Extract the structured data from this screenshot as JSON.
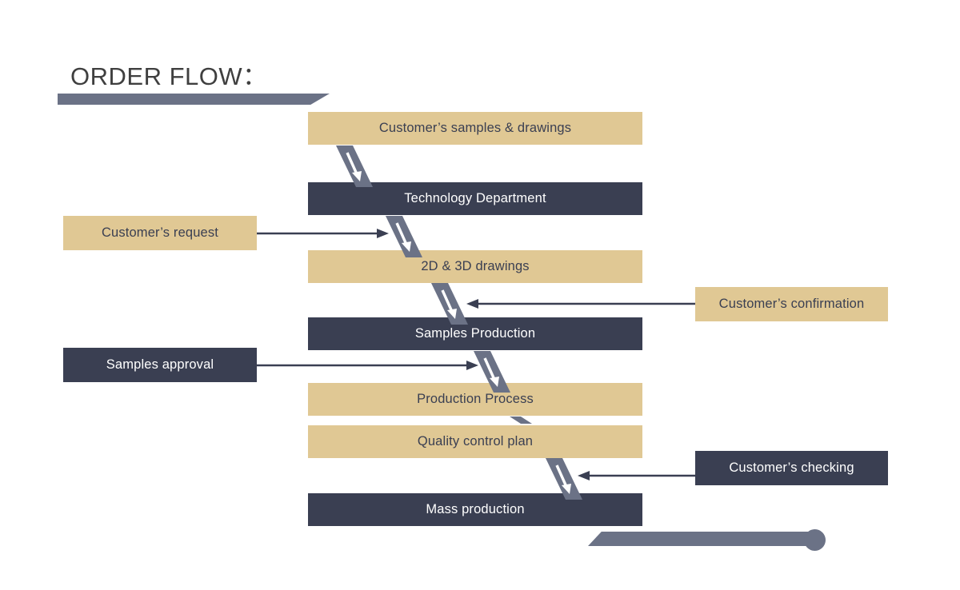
{
  "page": {
    "title": "ORDER FLOW：",
    "background": "#ffffff"
  },
  "colors": {
    "tan": "#e0c894",
    "dark_navy": "#3a3f52",
    "gray_blue": "#6b7286",
    "title_text": "#3f3f3f",
    "arrow_line": "#3a3f52"
  },
  "decorations": {
    "top_bar": "top-accent-bar",
    "bottom_bar": "bottom-accent-bar",
    "end_dot": "bottom-accent-dot"
  },
  "flow": {
    "main_steps": [
      {
        "label": "Customer’s samples & drawings",
        "style": "tan"
      },
      {
        "label": "Technology Department",
        "style": "dark"
      },
      {
        "label": "2D & 3D drawings",
        "style": "tan"
      },
      {
        "label": "Samples Production",
        "style": "dark"
      },
      {
        "label": "Production Process",
        "style": "tan"
      },
      {
        "label": "Quality control plan",
        "style": "tan"
      },
      {
        "label": "Mass production",
        "style": "dark"
      }
    ],
    "left_inputs": [
      {
        "label": "Customer’s request",
        "style": "tan"
      },
      {
        "label": "Samples approval",
        "style": "dark"
      }
    ],
    "right_inputs": [
      {
        "label": "Customer’s confirmation",
        "style": "tan"
      },
      {
        "label": "Customer’s checking",
        "style": "dark"
      }
    ]
  },
  "connectors": {
    "down_arrow_1": "down-arrow-connector",
    "down_arrow_2": "down-arrow-connector",
    "down_arrow_3": "down-arrow-connector",
    "down_arrow_4": "down-arrow-connector",
    "down_arrow_stub": "down-arrow-stub-connector",
    "down_arrow_5": "down-arrow-connector",
    "arrow_right_1": "arrow-right",
    "arrow_right_2": "arrow-right",
    "arrow_left_1": "arrow-left",
    "arrow_left_2": "arrow-left"
  }
}
